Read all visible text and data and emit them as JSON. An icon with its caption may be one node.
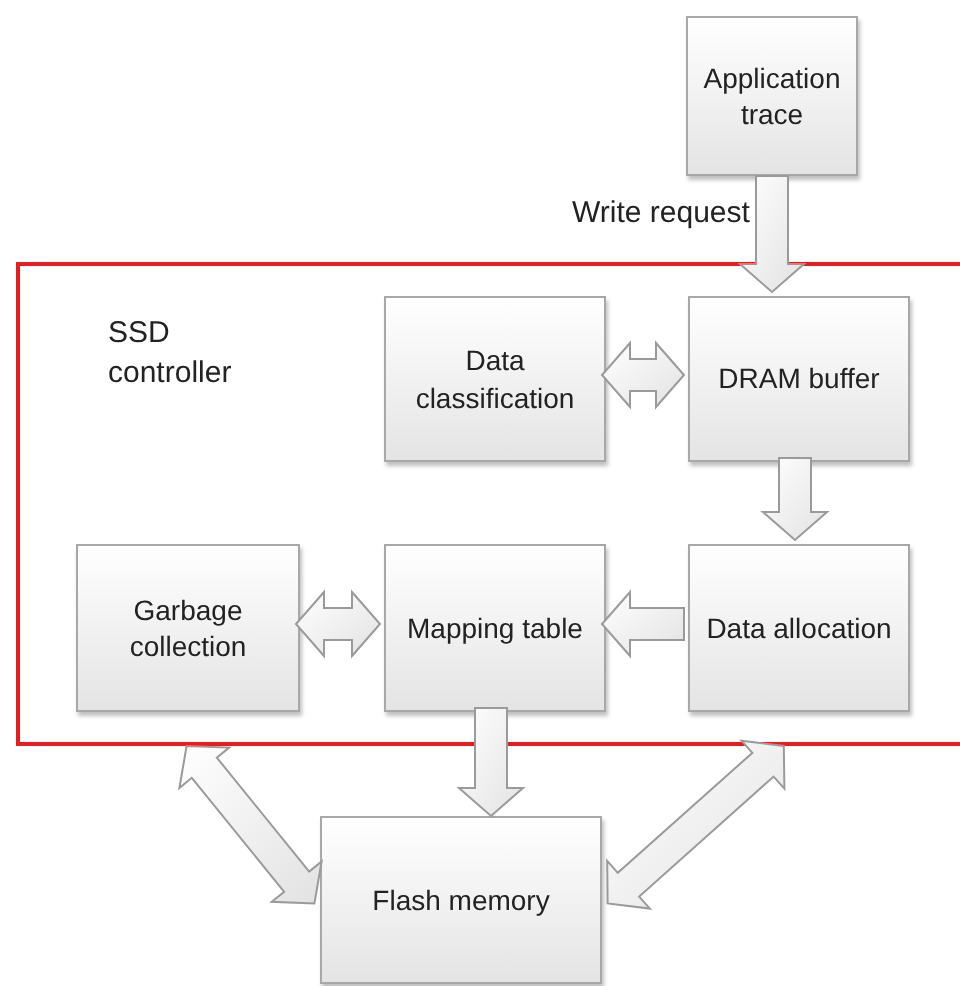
{
  "diagram": {
    "nodes": [
      {
        "text": [
          "Application trace"
        ]
      },
      {
        "text": [
          "SSD controller"
        ]
      },
      {
        "text": [
          "Data classification"
        ],
        "in": 1
      },
      {
        "text": [
          "DRAM buffer"
        ],
        "in": 1
      },
      {
        "text": [
          "Garbage collection"
        ],
        "in": 1
      },
      {
        "text": [
          "Mapping table"
        ],
        "in": 1
      },
      {
        "text": [
          "Data allocation"
        ],
        "in": 1
      },
      {
        "text": [
          "Flash memory"
        ]
      }
    ],
    "edges": [
      {
        "from": 0,
        "to": 3,
        "arrow": "to",
        "label": "Write request"
      },
      {
        "from": 2,
        "to": 3,
        "arrow": "both"
      },
      {
        "from": 3,
        "to": 6,
        "arrow": "to"
      },
      {
        "from": 6,
        "to": 5,
        "arrow": "to"
      },
      {
        "from": 4,
        "to": 5,
        "arrow": "both"
      },
      {
        "from": 5,
        "to": 7,
        "arrow": "to"
      },
      {
        "from": 7,
        "to": 1,
        "arrow": "both"
      },
      {
        "from": 7,
        "to": 1,
        "arrow": "both"
      }
    ]
  }
}
